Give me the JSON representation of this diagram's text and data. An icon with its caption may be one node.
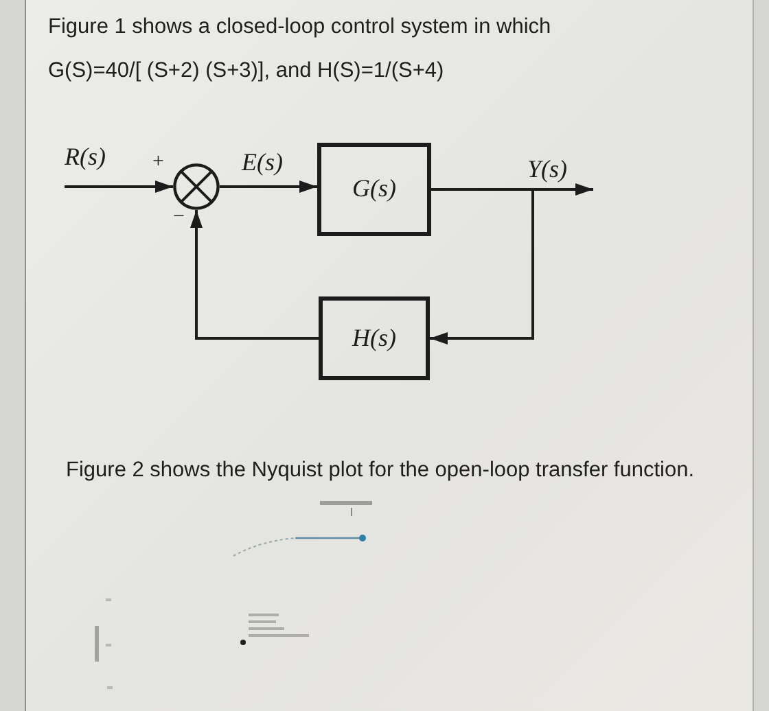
{
  "diagram": {
    "nodes": [
      {
        "text": [],
        "shape": "circle",
        "beside": [
          "+",
          "−"
        ]
      },
      {
        "text": [
          "G(s)"
        ]
      },
      {
        "text": [
          "H(s)"
        ]
      }
    ],
    "edges": [
      {
        "from": null,
        "to": 0,
        "arrow": "to",
        "label": "R(s)"
      },
      {
        "from": 0,
        "to": 1,
        "arrow": "to",
        "label": "E(s)"
      },
      {
        "from": 1,
        "to": null,
        "arrow": "to",
        "label": "Y(s)"
      },
      {
        "from": 1,
        "to": 2,
        "arrow": "to"
      },
      {
        "from": 2,
        "to": 0,
        "arrow": "to"
      }
    ],
    "labels": [
      "Figure 1 shows a closed-loop control system in which G(S)=40/[ (S+2) (S+3)], and H(S)=1/(S+4)",
      "Figure 2 shows the Nyquist plot for the open-loop transfer function."
    ]
  }
}
